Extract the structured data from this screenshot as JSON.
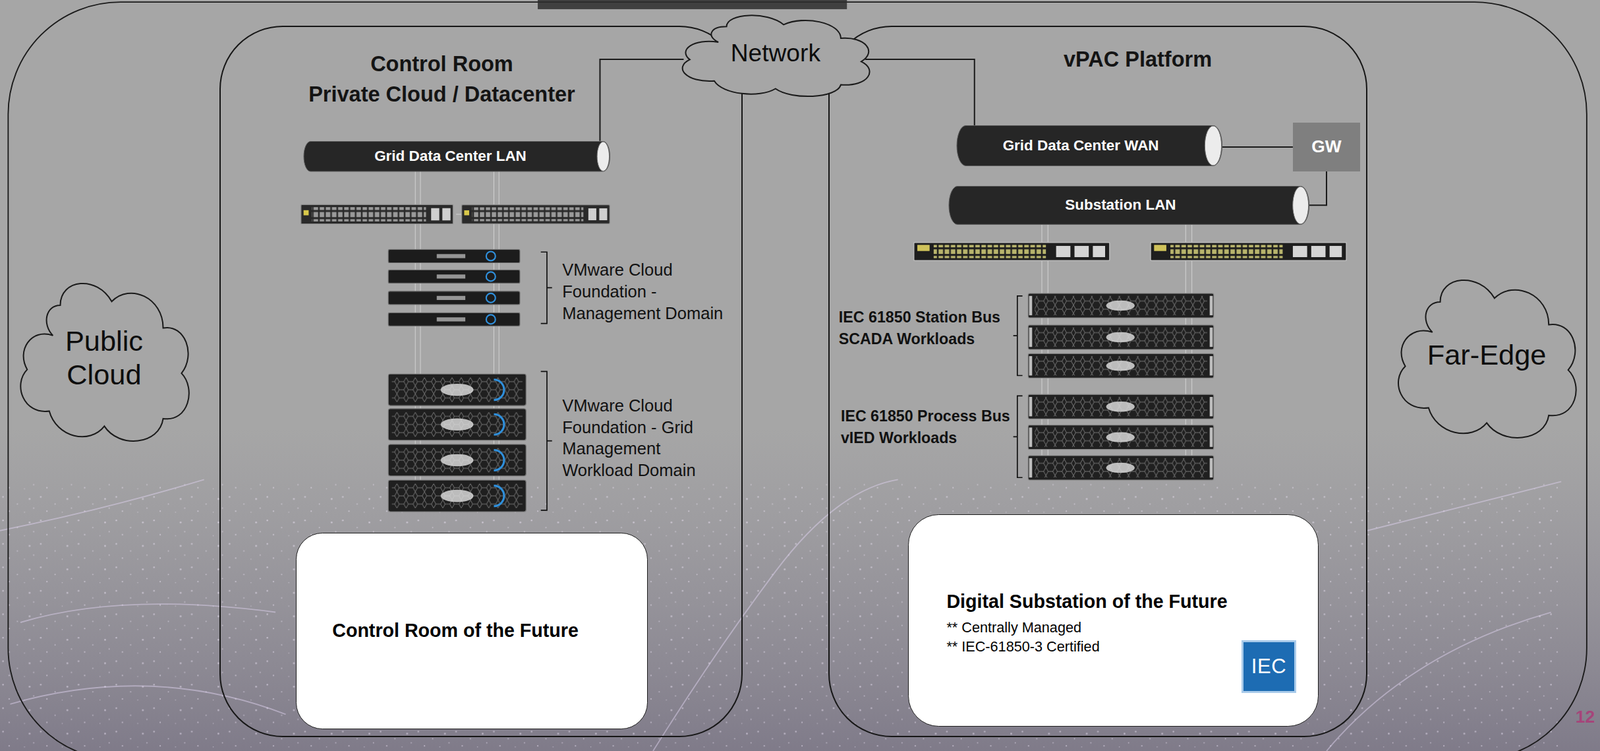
{
  "diagram": {
    "nodes": [
      {
        "text": [
          "Public Cloud"
        ]
      },
      {
        "text": [
          "Control Room",
          "Private Cloud / Datacenter"
        ]
      },
      {
        "text": [
          "Grid Data Center LAN"
        ],
        "in": 1
      },
      {
        "text": [
          "Control Room of the Future"
        ],
        "in": 1
      },
      {
        "text": [
          "Network"
        ]
      },
      {
        "text": [
          "vPAC Platform"
        ]
      },
      {
        "text": [
          "Grid Data Center WAN"
        ],
        "in": 5
      },
      {
        "text": [
          "GW"
        ],
        "in": 5
      },
      {
        "text": [
          "Substation LAN"
        ],
        "in": 5
      },
      {
        "text": [
          "Digital Substation of the Future",
          "** Centrally Managed",
          "** IEC-61850-3 Certified"
        ],
        "in": 5
      },
      {
        "text": [
          "Far-Edge"
        ]
      }
    ],
    "edges": [
      {
        "from": 2,
        "to": 4,
        "arrow": "none"
      },
      {
        "from": 4,
        "to": 6,
        "arrow": "none"
      },
      {
        "from": 6,
        "to": 7,
        "arrow": "none"
      },
      {
        "from": 7,
        "to": 8,
        "arrow": "none"
      }
    ],
    "labels": [
      "VMware Cloud Foundation - Management Domain",
      "VMware Cloud Foundation - Grid Management Workload Domain",
      "IEC 61850 Station Bus SCADA Workloads",
      "IEC 61850 Process Bus vIED Workloads",
      "IEC",
      "12"
    ]
  }
}
